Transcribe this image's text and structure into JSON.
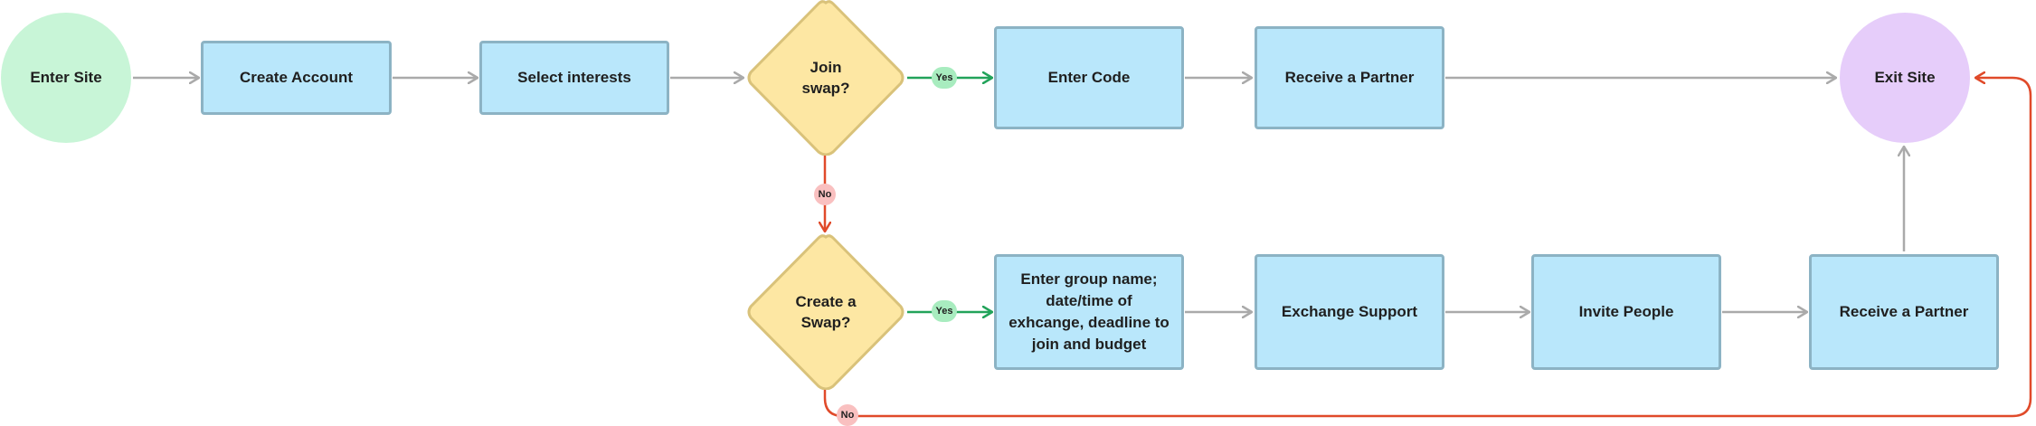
{
  "nodes": {
    "enter_site": "Enter Site",
    "create_account": "Create Account",
    "select_interests": "Select interests",
    "join_swap": [
      "Join",
      "swap?"
    ],
    "enter_code": "Enter Code",
    "receive_partner_top": "Receive a Partner",
    "exit_site": "Exit Site",
    "create_swap": [
      "Create a",
      "Swap?"
    ],
    "enter_group": [
      "Enter group name;",
      "date/time of",
      "exhcange, deadline to",
      "join and budget"
    ],
    "exchange_support": "Exchange Support",
    "invite_people": "Invite People",
    "receive_partner_bottom": "Receive a Partner"
  },
  "labels": {
    "yes": "Yes",
    "no": "No"
  },
  "colors": {
    "arrow_gray": "#aaaaaa",
    "arrow_green": "#22a35a",
    "arrow_red": "#e04a2a",
    "decision_fill": "#fde7a3",
    "decision_stroke": "#d9c27a",
    "process_fill": "#b9e7fb",
    "start_fill": "#c8f5d7",
    "exit_fill": "#e6cdfa"
  }
}
